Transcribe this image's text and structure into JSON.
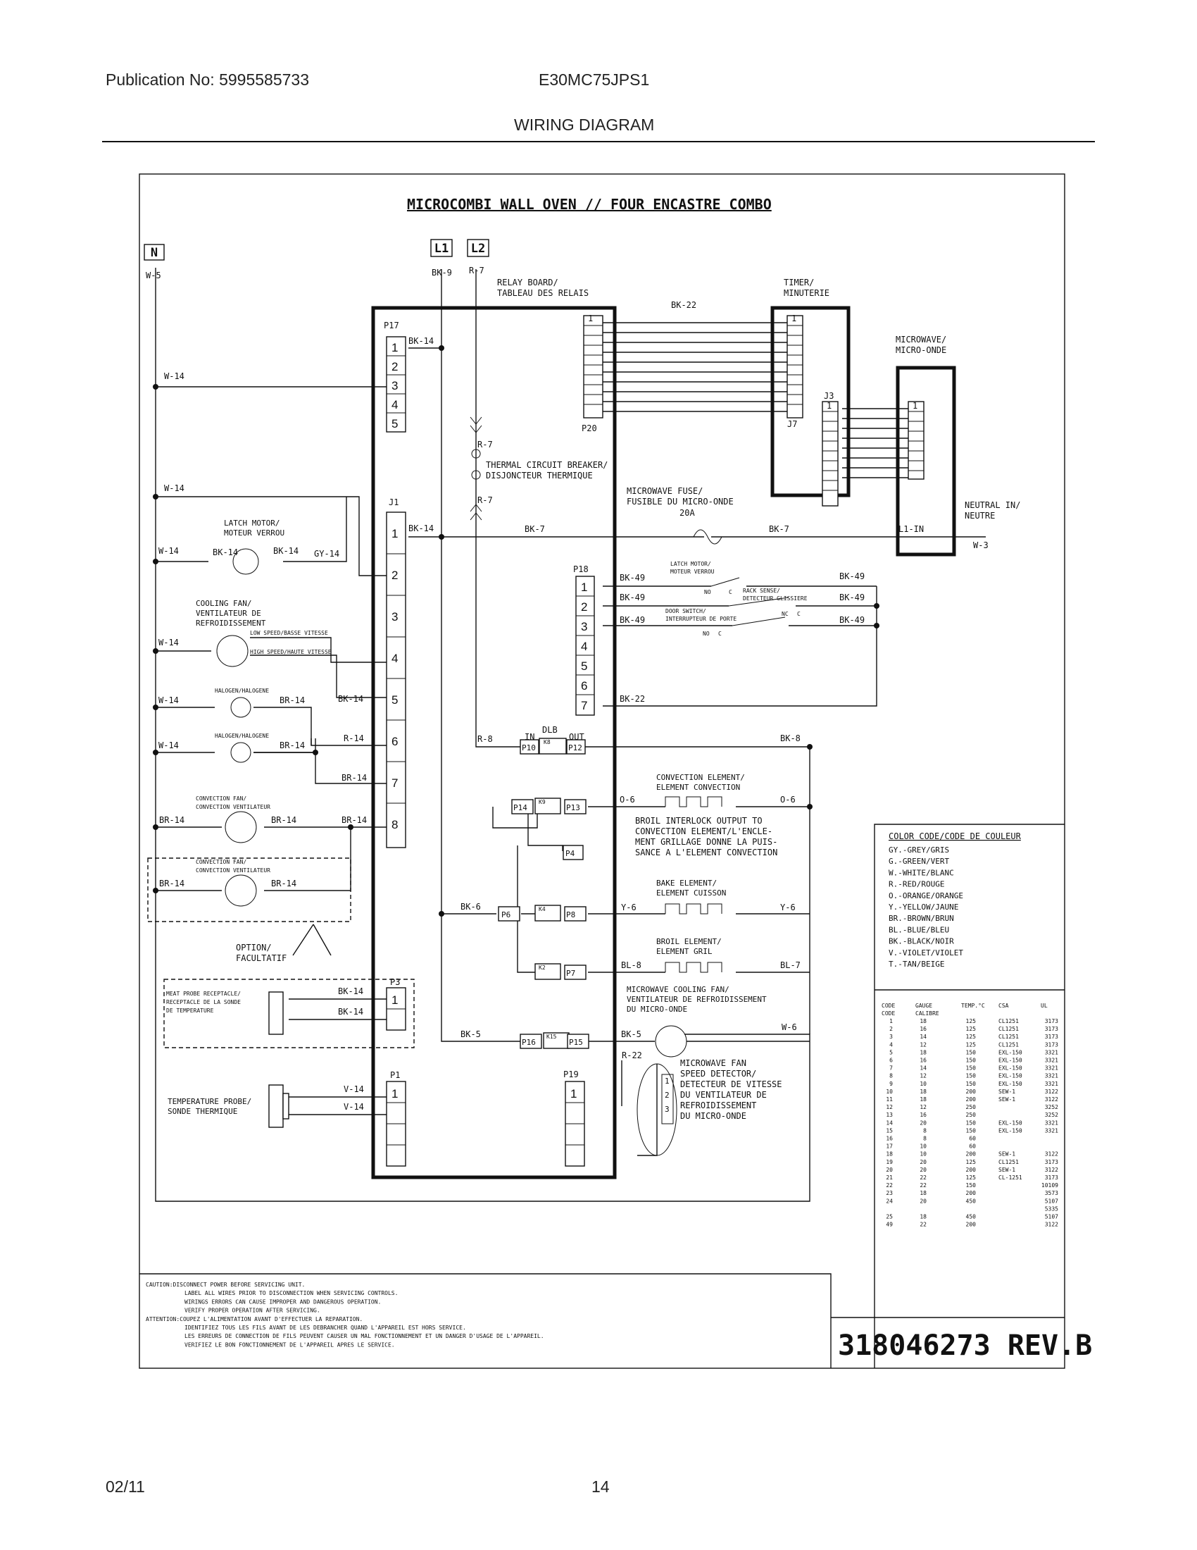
{
  "header": {
    "publication": "Publication No: 5995585733",
    "model": "E30MC75JPS1",
    "section_title": "WIRING DIAGRAM"
  },
  "footer": {
    "date": "02/11",
    "page": "14"
  },
  "diagram": {
    "title": "MICROCOMBI WALL OVEN // FOUR ENCASTRE COMBO",
    "terminals": {
      "n": "N",
      "l1": "L1",
      "l2": "L2"
    },
    "relay_board": [
      "RELAY BOARD/",
      "TABLEAU DES RELAIS"
    ],
    "timer": [
      "TIMER/",
      "MINUTERIE"
    ],
    "microwave": [
      "MICROWAVE/",
      "MICRO-ONDE"
    ],
    "connectors": {
      "p17": "P17",
      "j1": "J1",
      "p20": "P20",
      "j3": "J3",
      "j7": "J7",
      "p18": "P18",
      "p3": "P3",
      "p1": "P1",
      "p19": "P19",
      "l1_in": "L1-IN",
      "dlb": "DLB",
      "in": "IN",
      "out": "OUT",
      "p10": "P10",
      "p12": "P12",
      "p13": "P13",
      "p14": "P14",
      "p4": "P4",
      "p6": "P6",
      "p8": "P8",
      "p7": "P7",
      "p16": "P16",
      "p15": "P15",
      "k8": "K8",
      "k9": "K9",
      "k4": "K4",
      "k2": "K2",
      "k15": "K15"
    },
    "p17_pins": [
      "1",
      "2",
      "3",
      "4",
      "5"
    ],
    "j1_pins": [
      "1",
      "2",
      "3",
      "4",
      "5",
      "6",
      "7",
      "8"
    ],
    "p18_pins": [
      "1",
      "2",
      "3",
      "4",
      "5",
      "6",
      "7"
    ],
    "p3_pins": [
      "1"
    ],
    "p1_pins": [
      "1"
    ],
    "p19_pins": [
      "1"
    ],
    "pin_one": "1",
    "wires": {
      "w5": "W-5",
      "bk9": "BK-9",
      "r7": "R-7",
      "bk22": "BK-22",
      "w14": "W-14",
      "bk14": "BK-14",
      "gy14": "GY-14",
      "bk7": "BK-7",
      "w3": "W-3",
      "bk49": "BK-49",
      "br14": "BR-14",
      "r14": "R-14",
      "r8": "R-8",
      "bk8": "BK-8",
      "o6": "O-6",
      "y6": "Y-6",
      "bl8": "BL-8",
      "bl7": "BL-7",
      "bk6": "BK-6",
      "bk5": "BK-5",
      "w6": "W-6",
      "r22": "R-22",
      "v14": "V-14"
    },
    "components": {
      "latch_motor": [
        "LATCH MOTOR/",
        "MOTEUR VERROU"
      ],
      "cooling_fan": [
        "COOLING FAN/",
        "VENTILATEUR DE",
        "REFROIDISSEMENT"
      ],
      "low_speed": "LOW SPEED/BASSE VITESSE",
      "high_speed": "HIGH SPEED/HAUTE VITESSE",
      "halogen": "HALOGEN/HALOGENE",
      "convection_fan": [
        "CONVECTION FAN/",
        "CONVECTION VENTILATEUR"
      ],
      "option": [
        "OPTION/",
        "FACULTATIF"
      ],
      "meat_probe": [
        "MEAT PROBE RECEPTACLE/",
        "RECEPTACLE DE LA SONDE",
        "DE TEMPERATURE"
      ],
      "temp_probe": [
        "TEMPERATURE PROBE/",
        "SONDE THERMIQUE"
      ],
      "thermal_breaker": [
        "THERMAL CIRCUIT BREAKER/",
        "DISJONCTEUR THERMIQUE"
      ],
      "mw_fuse": [
        "MICROWAVE FUSE/",
        "FUSIBLE DU MICRO-ONDE",
        "20A"
      ],
      "neutral_in": [
        "NEUTRAL IN/",
        "NEUTRE"
      ],
      "p18_latch": [
        "LATCH MOTOR/",
        "MOTEUR VERROU"
      ],
      "rack_sense": [
        "RACK SENSE/",
        "DETECTEUR GLISSIERE"
      ],
      "door_switch": [
        "DOOR SWITCH/",
        "INTERRUPTEUR DE PORTE"
      ],
      "no": "NO",
      "c": "C",
      "nc": "NC",
      "convection_element": [
        "CONVECTION ELEMENT/",
        "ELEMENT CONVECTION"
      ],
      "broil_interlock": [
        "BROIL INTERLOCK OUTPUT TO",
        "CONVECTION ELEMENT/L'ENCLE-",
        "MENT GRILLAGE DONNE LA PUIS-",
        "SANCE A L'ELEMENT CONVECTION"
      ],
      "bake_element": [
        "BAKE ELEMENT/",
        "ELEMENT CUISSON"
      ],
      "broil_element": [
        "BROIL ELEMENT/",
        "ELEMENT GRIL"
      ],
      "mw_cooling_fan": [
        "MICROWAVE COOLING FAN/",
        "VENTILATEUR DE REFROIDISSEMENT",
        "DU MICRO-ONDE"
      ],
      "mw_fan_detector": [
        "MICROWAVE FAN",
        "SPEED DETECTOR/",
        "DETECTEUR DE VITESSE",
        "DU VENTILATEUR DE",
        "REFROIDISSEMENT",
        "DU MICRO-ONDE"
      ],
      "detector_pins": [
        "1",
        "2",
        "3"
      ]
    },
    "color_code": {
      "title": "COLOR CODE/CODE DE COULEUR",
      "entries": [
        "GY.-GREY/GRIS",
        "G.-GREEN/VERT",
        "W.-WHITE/BLANC",
        "R.-RED/ROUGE",
        "O.-ORANGE/ORANGE",
        "Y.-YELLOW/JAUNE",
        "BR.-BROWN/BRUN",
        "BL.-BLUE/BLEU",
        "BK.-BLACK/NOIR",
        "V.-VIOLET/VIOLET",
        "T.-TAN/BEIGE"
      ]
    },
    "gauge_table": {
      "headers": [
        "CODE",
        "GAUGE",
        "TEMP.°C",
        "CSA",
        "UL"
      ],
      "subheaders": [
        "CODE",
        "CALIBRE"
      ],
      "rows": [
        [
          "1",
          "18",
          "125",
          "CL1251",
          "3173"
        ],
        [
          "2",
          "16",
          "125",
          "CL1251",
          "3173"
        ],
        [
          "3",
          "14",
          "125",
          "CL1251",
          "3173"
        ],
        [
          "4",
          "12",
          "125",
          "CL1251",
          "3173"
        ],
        [
          "5",
          "18",
          "150",
          "EXL-150",
          "3321"
        ],
        [
          "6",
          "16",
          "150",
          "EXL-150",
          "3321"
        ],
        [
          "7",
          "14",
          "150",
          "EXL-150",
          "3321"
        ],
        [
          "8",
          "12",
          "150",
          "EXL-150",
          "3321"
        ],
        [
          "9",
          "10",
          "150",
          "EXL-150",
          "3321"
        ],
        [
          "10",
          "18",
          "200",
          "SEW-1",
          "3122"
        ],
        [
          "11",
          "18",
          "200",
          "SEW-1",
          "3122"
        ],
        [
          "12",
          "12",
          "250",
          "",
          "3252"
        ],
        [
          "13",
          "16",
          "250",
          "",
          "3252"
        ],
        [
          "14",
          "20",
          "150",
          "EXL-150",
          "3321"
        ],
        [
          "15",
          "8",
          "150",
          "EXL-150",
          "3321"
        ],
        [
          "16",
          "8",
          "60",
          "",
          ""
        ],
        [
          "17",
          "10",
          "60",
          "",
          ""
        ],
        [
          "18",
          "10",
          "200",
          "SEW-1",
          "3122"
        ],
        [
          "19",
          "20",
          "125",
          "CL1251",
          "3173"
        ],
        [
          "20",
          "20",
          "200",
          "SEW-1",
          "3122"
        ],
        [
          "21",
          "22",
          "125",
          "CL-1251",
          "3173"
        ],
        [
          "22",
          "22",
          "150",
          "",
          "10109"
        ],
        [
          "23",
          "18",
          "200",
          "",
          "3573"
        ],
        [
          "24",
          "20",
          "450",
          "",
          "5107"
        ],
        [
          "",
          "",
          "",
          "",
          "5335"
        ],
        [
          "25",
          "18",
          "450",
          "",
          "5107"
        ],
        [
          "49",
          "22",
          "200",
          "",
          "3122"
        ]
      ]
    },
    "caution": [
      "CAUTION:DISCONNECT POWER BEFORE SERVICING UNIT.",
      "LABEL ALL WIRES PRIOR TO DISCONNECTION WHEN SERVICING CONTROLS.",
      "WIRINGS ERRORS CAN CAUSE IMPROPER AND DANGEROUS OPERATION.",
      "VERIFY PROPER OPERATION AFTER SERVICING.",
      "ATTENTION:COUPEZ L'ALIMENTATION AVANT D'EFFECTUER LA REPARATION.",
      "IDENTIFIEZ TOUS LES FILS AVANT DE LES DEBRANCHER QUAND L'APPAREIL EST HORS SERVICE.",
      "LES ERREURS DE CONNECTION DE FILS PEUVENT CAUSER UN MAL FONCTIONNEMENT ET UN DANGER D'USAGE DE L'APPAREIL.",
      "VERIFIEZ LE BON FONCTIONNEMENT DE L'APPAREIL APRES LE SERVICE."
    ],
    "doc_number": "318046273 REV.B"
  }
}
